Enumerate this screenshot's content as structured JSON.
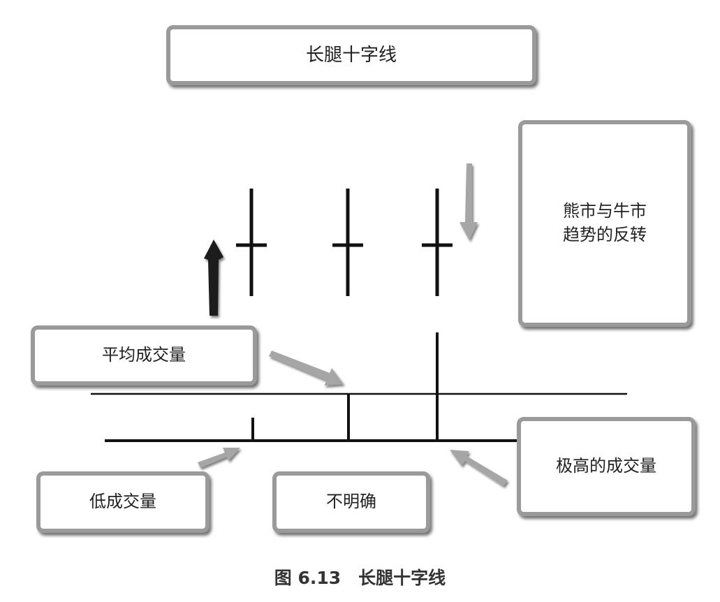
{
  "title": "长腿十字线",
  "reversal_label": "熊市与牛市\n趋势的反转",
  "average_volume_label": "平均成交量",
  "low_volume_label": "低成交量",
  "unclear_label": "不明确",
  "high_volume_label": "极高的成交量",
  "caption": "图 6.13　长腿十字线",
  "colors": {
    "line": "#111111",
    "box_border": "#9a9a9a",
    "arrow_gray": "#a6a6a6",
    "arrow_dark": "#1a1a1a"
  }
}
